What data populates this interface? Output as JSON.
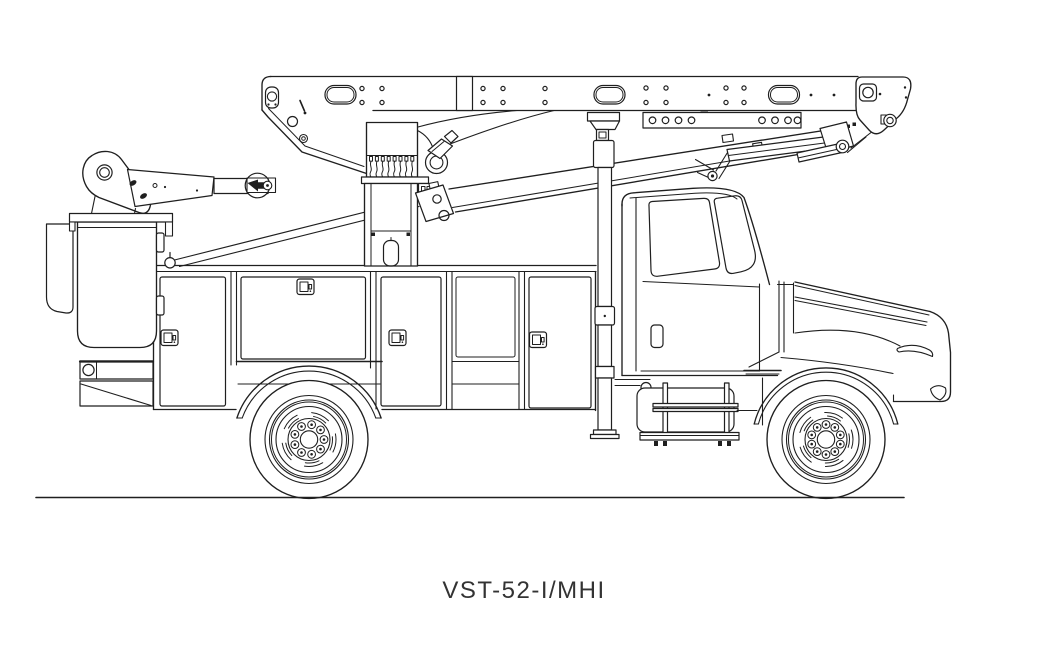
{
  "drawing": {
    "title": "VST-52-I/MHI",
    "line_color": "#1f1f1f",
    "background_color": "#ffffff"
  },
  "parts": [
    "ground-line",
    "utility-body",
    "compartment-door",
    "compartment-latch",
    "rear-step-bumper",
    "bucket-liner",
    "platform-bucket",
    "jib-arm",
    "lift-cylinder-lines",
    "pedestal-hose-manifold",
    "upper-boom",
    "lower-boom",
    "boom-hydraulic-cylinder",
    "boom-elbow",
    "boom-tip-plate",
    "boom-rest-post",
    "cab",
    "hood-front-end",
    "fuel-tank-steps",
    "rear-wheel",
    "front-wheel",
    "rear-fender",
    "front-fender-arch"
  ]
}
